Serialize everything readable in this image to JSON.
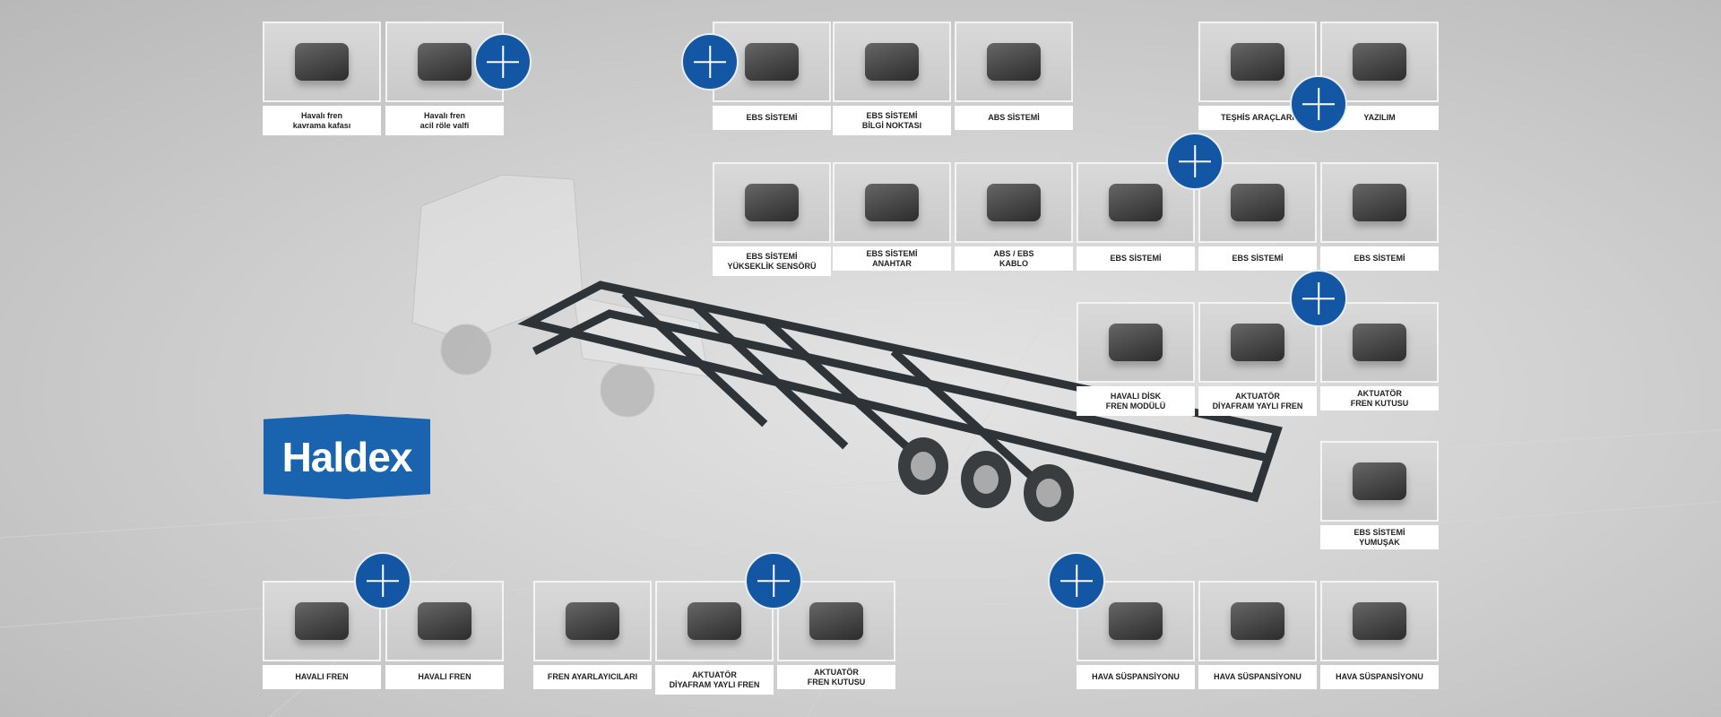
{
  "brand": "Haldex",
  "accent": "#1357a4",
  "tiles": [
    {
      "label": "Havalı fren\nkavrama kafası",
      "icon": "coupling-head"
    },
    {
      "label": "Havalı fren\nacil röle valfi",
      "icon": "relay-valve"
    },
    {
      "label": "EBS SİSTEMİ",
      "icon": "ebs-cable-connector"
    },
    {
      "label": "EBS SİSTEMİ\nBİLGİ NOKTASI",
      "icon": "info-point-device"
    },
    {
      "label": "ABS SİSTEMİ",
      "icon": "abs-module"
    },
    {
      "label": "TEŞHİS ARAÇLARI",
      "icon": "diagnostic-case"
    },
    {
      "label": "YAZILIM",
      "icon": "laptop"
    },
    {
      "label": "EBS SİSTEMİ\nYÜKSEKLİK SENSÖRÜ",
      "icon": "height-sensor"
    },
    {
      "label": "EBS SİSTEMİ\nANAHTAR",
      "icon": "switch"
    },
    {
      "label": "ABS / EBS\nKABLO",
      "icon": "cable"
    },
    {
      "label": "EBS SİSTEMİ",
      "icon": "ebs-modulator"
    },
    {
      "label": "EBS SİSTEMİ",
      "icon": "ebs-accessories"
    },
    {
      "label": "EBS SİSTEMİ",
      "icon": "ebs-display"
    },
    {
      "label": "HAVALI DİSK\nFREN MODÜLÜ",
      "icon": "disc-brake"
    },
    {
      "label": "AKTUATÖR\nDİYAFRAM YAYLI FREN",
      "icon": "spring-brake-actuator"
    },
    {
      "label": "AKTUATÖR\nFREN KUTUSU",
      "icon": "brake-chamber"
    },
    {
      "label": "EBS SİSTEMİ\nYUMUŞAK",
      "icon": "ebs-soft-kit"
    },
    {
      "label": "HAVALI FREN",
      "icon": "air-brake-valve"
    },
    {
      "label": "HAVALI FREN",
      "icon": "air-brake-valve-2"
    },
    {
      "label": "FREN AYARLAYICILARI",
      "icon": "slack-adjuster"
    },
    {
      "label": "AKTUATÖR\nDİYAFRAM YAYLI FREN",
      "icon": "spring-brake-actuator-2"
    },
    {
      "label": "AKTUATÖR\nFREN KUTUSU",
      "icon": "brake-chamber-2"
    },
    {
      "label": "HAVA SÜSPANSİYONU",
      "icon": "levelling-valve"
    },
    {
      "label": "HAVA SÜSPANSİYONU",
      "icon": "levelling-valve-2"
    },
    {
      "label": "HAVA SÜSPANSİYONU",
      "icon": "levelling-valve-3"
    }
  ]
}
